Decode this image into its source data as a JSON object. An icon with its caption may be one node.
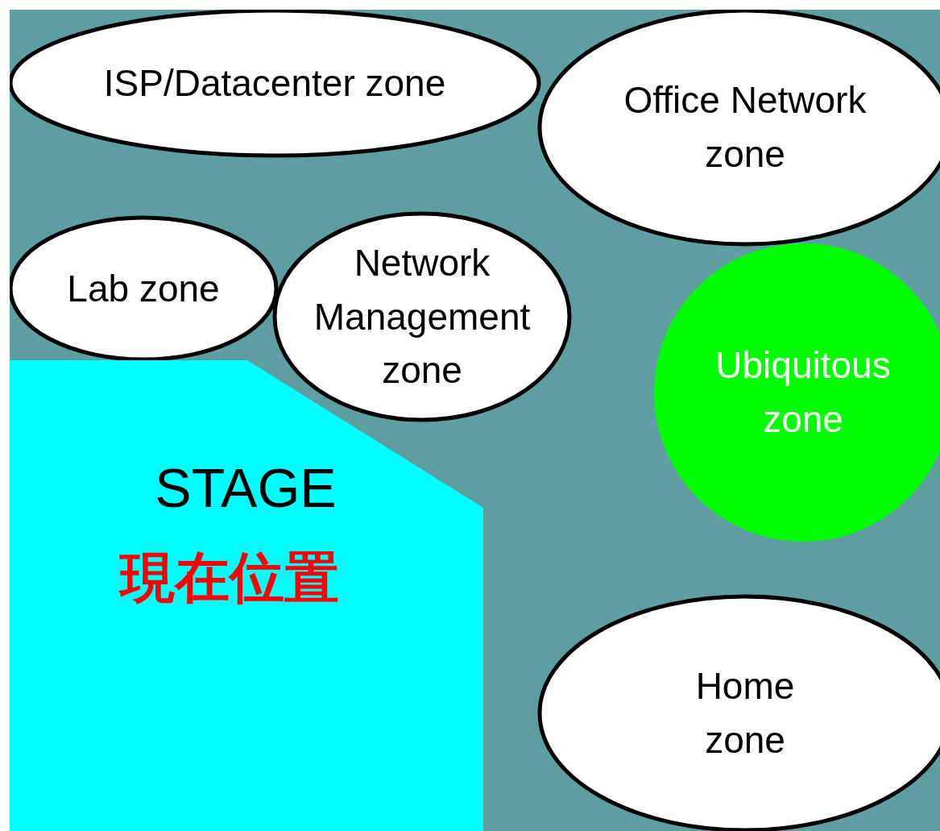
{
  "diagram": {
    "nodes": [
      {
        "text": [
          "ISP/Datacenter zone"
        ]
      },
      {
        "text": [
          "Office Network zone"
        ]
      },
      {
        "text": [
          "Lab zone"
        ]
      },
      {
        "text": [
          "Network Management zone"
        ]
      },
      {
        "text": [
          "Ubiquitous zone"
        ]
      },
      {
        "text": [
          "STAGE",
          "現在位置"
        ]
      },
      {
        "text": [
          "Home zone"
        ]
      }
    ]
  }
}
